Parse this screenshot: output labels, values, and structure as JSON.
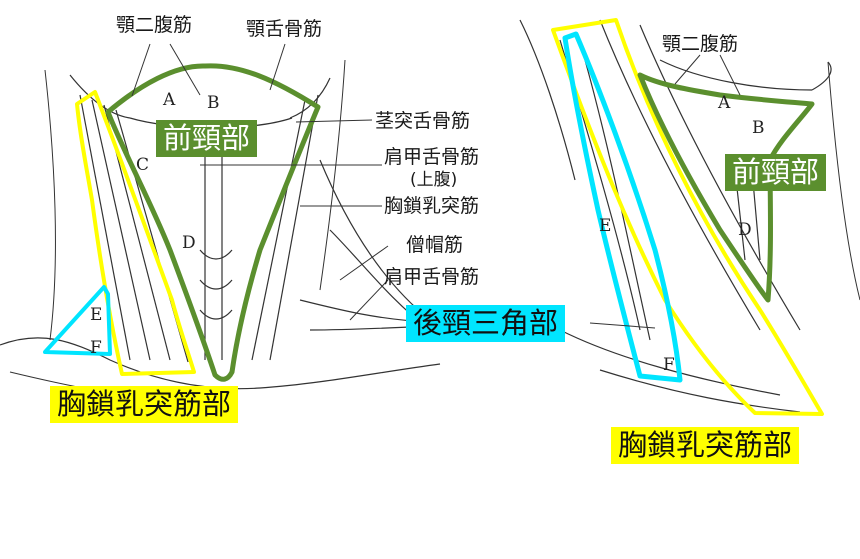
{
  "colors": {
    "anterior": "#5b8f2e",
    "scm": "#ffff00",
    "posterior": "#00e5ff"
  },
  "left_view": {
    "labels": {
      "digastric": "顎二腹筋",
      "mylohyoid": "顎舌骨筋",
      "stylohyoid": "茎突舌骨筋",
      "omohyoid_upper": "肩甲舌骨筋",
      "omohyoid_upper_note": "(上腹)",
      "scm_muscle": "胸鎖乳突筋",
      "trapezius": "僧帽筋",
      "omohyoid": "肩甲舌骨筋"
    },
    "letters": [
      "A",
      "B",
      "C",
      "D",
      "E",
      "F"
    ],
    "regions": {
      "anterior": "前頸部",
      "scm": "胸鎖乳突筋部"
    }
  },
  "right_view": {
    "labels": {
      "digastric": "顎二腹筋"
    },
    "letters": [
      "A",
      "B",
      "D",
      "E",
      "F"
    ],
    "regions": {
      "anterior": "前頸部",
      "posterior": "後頸三角部",
      "scm": "胸鎖乳突筋部"
    }
  }
}
